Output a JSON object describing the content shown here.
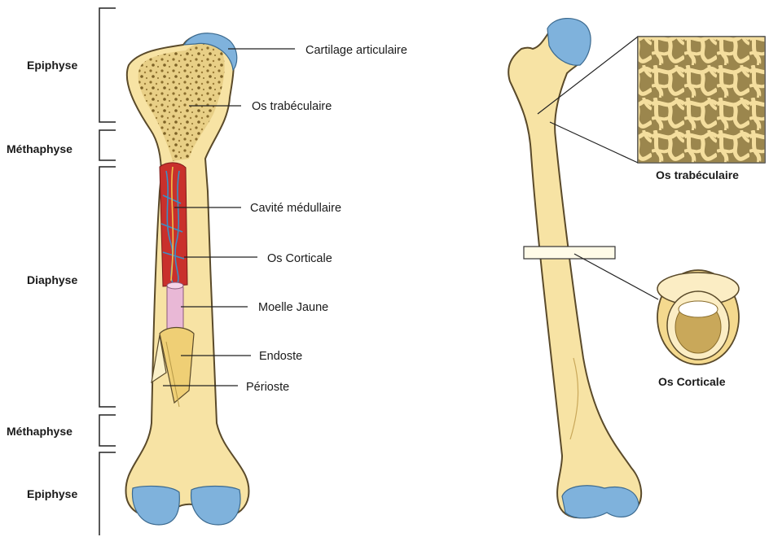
{
  "regions": {
    "epiphyse_top": "Epiphyse",
    "metaphyse_top": "Méthaphyse",
    "diaphyse": "Diaphyse",
    "metaphyse_bottom": "Méthaphyse",
    "epiphyse_bottom": "Epiphyse"
  },
  "parts": {
    "cartilage": "Cartilage articulaire",
    "trabeculaire": "Os trabéculaire",
    "cavite": "Cavité médullaire",
    "corticale": "Os Corticale",
    "moelle": "Moelle Jaune",
    "endoste": "Endoste",
    "perioste": "Périoste"
  },
  "insets": {
    "trabeculaire": "Os trabéculaire",
    "corticale": "Os Corticale"
  },
  "colors": {
    "bone": "#f7e3a4",
    "bone_outline": "#5a4a2a",
    "cartilage": "#7fb2dc",
    "spongy": "#a88b45",
    "marrow_red": "#c9302c",
    "vessel_blue": "#3a8fc7",
    "yellow_marrow": "#e9b8d6"
  }
}
